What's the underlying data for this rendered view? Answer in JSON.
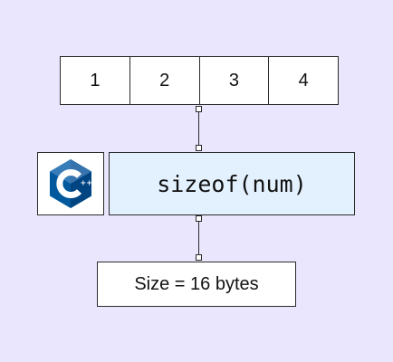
{
  "array": {
    "cells": [
      "1",
      "2",
      "3",
      "4"
    ]
  },
  "expression": {
    "text": "sizeof(num)",
    "background": "#e3f1fe"
  },
  "result": {
    "text": "Size = 16 bytes"
  },
  "logo": {
    "icon": "cpp-logo-icon",
    "glyph": "C",
    "superscript": "++",
    "colors": [
      "#00599c",
      "#004482",
      "#659ad2"
    ]
  },
  "colors": {
    "background": "#e9e6fd",
    "border": "#2b2b2b"
  }
}
